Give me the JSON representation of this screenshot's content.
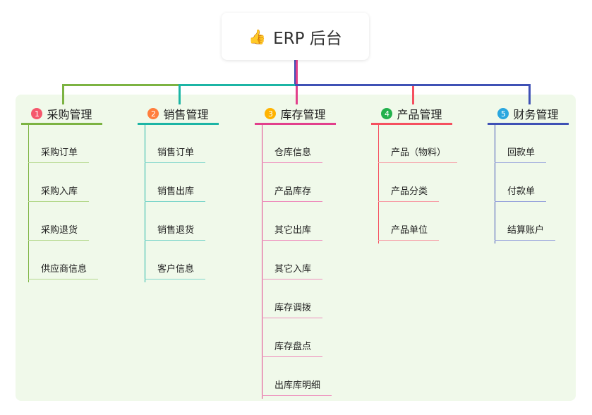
{
  "root": {
    "icon": "thumbs-up-icon",
    "title": "ERP 后台",
    "connector_color": "#3f51b5"
  },
  "panel_color": "#f0f9ea",
  "branches": [
    {
      "num": "1",
      "title": "采购管理",
      "color": "#7cb342",
      "badge_color": "#f5576c",
      "child_line_color": "#b5d98d",
      "children": [
        "采购订单",
        "采购入库",
        "采购退货",
        "供应商信息"
      ]
    },
    {
      "num": "2",
      "title": "销售管理",
      "color": "#1cb5a5",
      "badge_color": "#ff7e3d",
      "child_line_color": "#7fd6cb",
      "children": [
        "销售订单",
        "销售出库",
        "销售退货",
        "客户信息"
      ]
    },
    {
      "num": "3",
      "title": "库存管理",
      "color": "#e2408c",
      "badge_color": "#ffb300",
      "child_line_color": "#ee8fbd",
      "children": [
        "仓库信息",
        "产品库存",
        "其它出库",
        "其它入库",
        "库存调拨",
        "库存盘点",
        "出库库明细"
      ]
    },
    {
      "num": "4",
      "title": "产品管理",
      "color": "#f5505f",
      "badge_color": "#22b14c",
      "child_line_color": "#f7a0a8",
      "children": [
        "产品（物料）",
        "产品分类",
        "产品单位"
      ]
    },
    {
      "num": "5",
      "title": "财务管理",
      "color": "#3f51b5",
      "badge_color": "#2aa7df",
      "child_line_color": "#9aa6dc",
      "children": [
        "回款单",
        "付款单",
        "结算账户"
      ]
    }
  ]
}
